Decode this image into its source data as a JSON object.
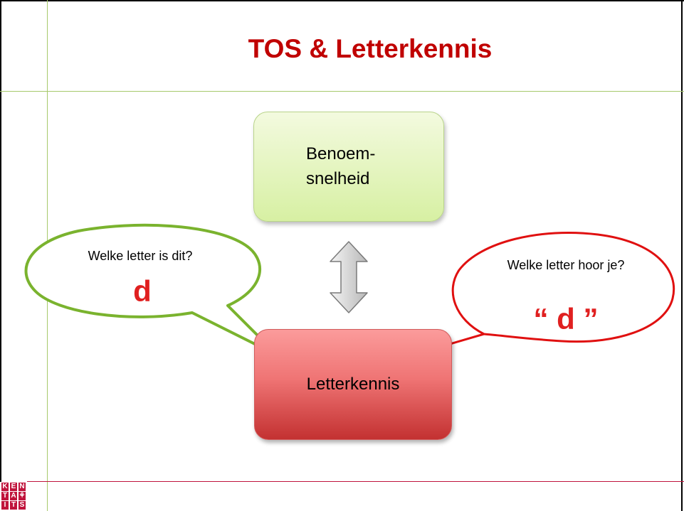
{
  "slide": {
    "title": "TOS & Letterkennis"
  },
  "boxes": {
    "top_label": "Benoem-\nsnelheid",
    "bottom_label": "Letterkennis"
  },
  "callouts": {
    "left": {
      "question": "Welke letter is dit?",
      "letter": "d"
    },
    "right": {
      "question": "Welke letter hoor je?",
      "letter": "“ d ”"
    }
  },
  "logo": {
    "cells": [
      "K",
      "E",
      "N",
      "T",
      "A",
      "⚘",
      "I",
      "T",
      "S"
    ]
  },
  "colors": {
    "title": "#c00000",
    "green_outline": "#7ab32e",
    "red_outline": "#e01010",
    "logo_bg": "#c0143c"
  }
}
